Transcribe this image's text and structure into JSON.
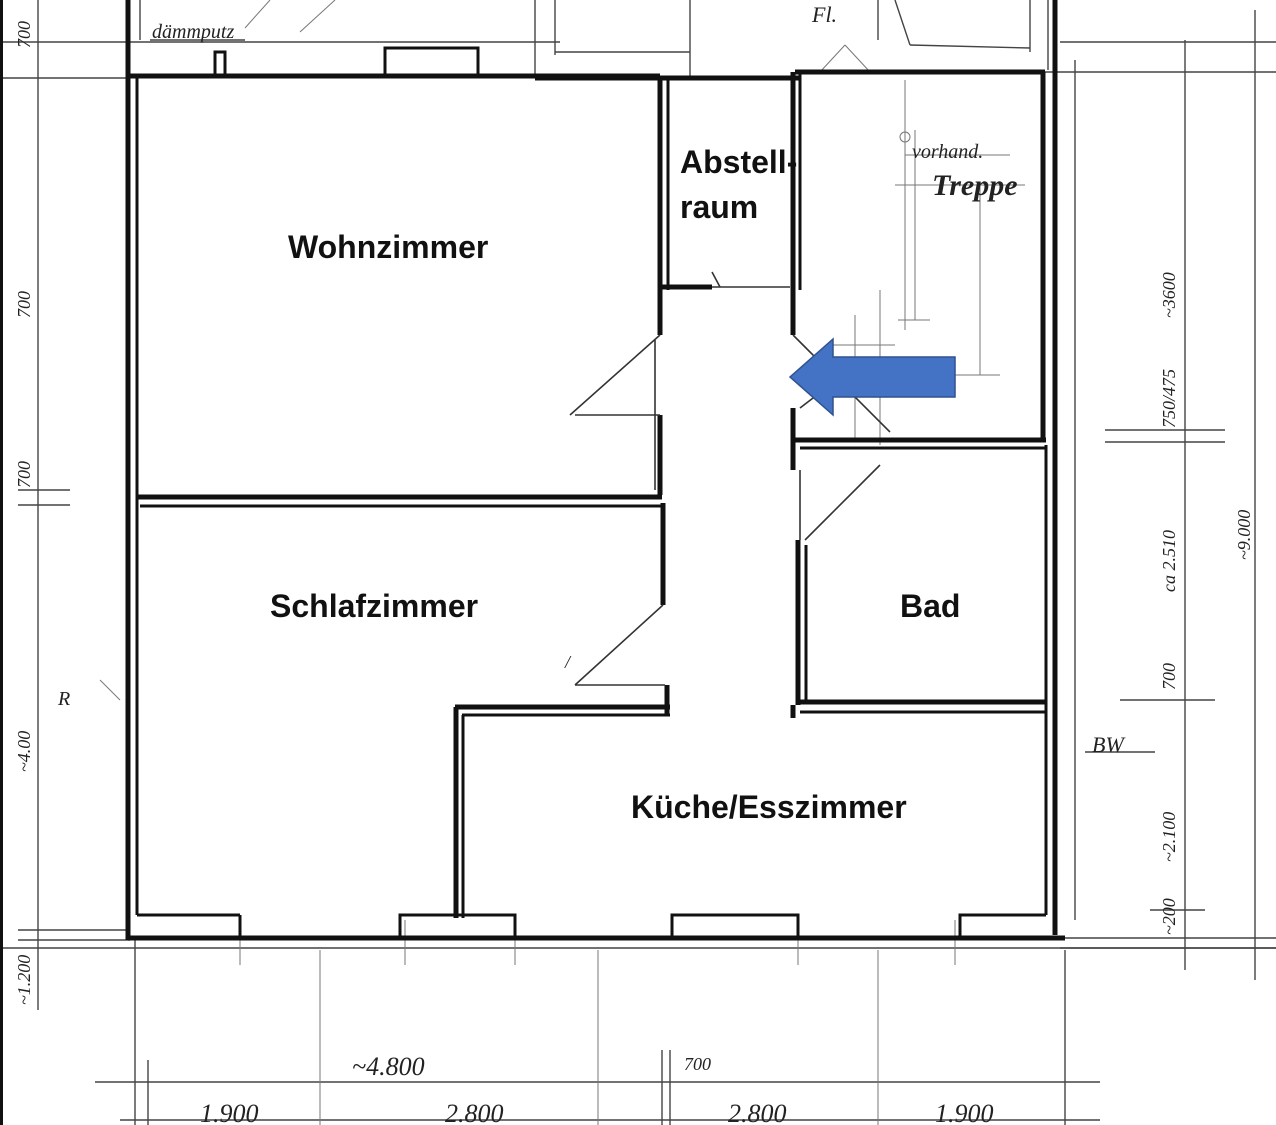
{
  "rooms": {
    "wohnzimmer": "Wohnzimmer",
    "abstell_line1": "Abstell-",
    "abstell_line2": "raum",
    "schlafzimmer": "Schlafzimmer",
    "bad": "Bad",
    "kueche": "Küche/Esszimmer"
  },
  "handwritten": {
    "daemmputz": "dämmputz",
    "vorhand": "vorhand.",
    "treppe": "Treppe",
    "fl": "Fl.",
    "bw": "BW",
    "r_mark": "R",
    "left_dims": [
      "700",
      "700",
      "~4.00",
      "~1.200"
    ],
    "right_dims": [
      "~3600",
      "750/475",
      "ca 2.510",
      "700",
      "~2.100",
      "~200",
      "~9.000"
    ],
    "bottom_total": "~4.800",
    "bottom_small": "700",
    "bottom_dims": [
      "1.900",
      "2.800",
      "2.800",
      "1.900"
    ]
  },
  "arrow": {
    "direction": "left",
    "color": "#4472C4",
    "border": "#2F528F"
  }
}
